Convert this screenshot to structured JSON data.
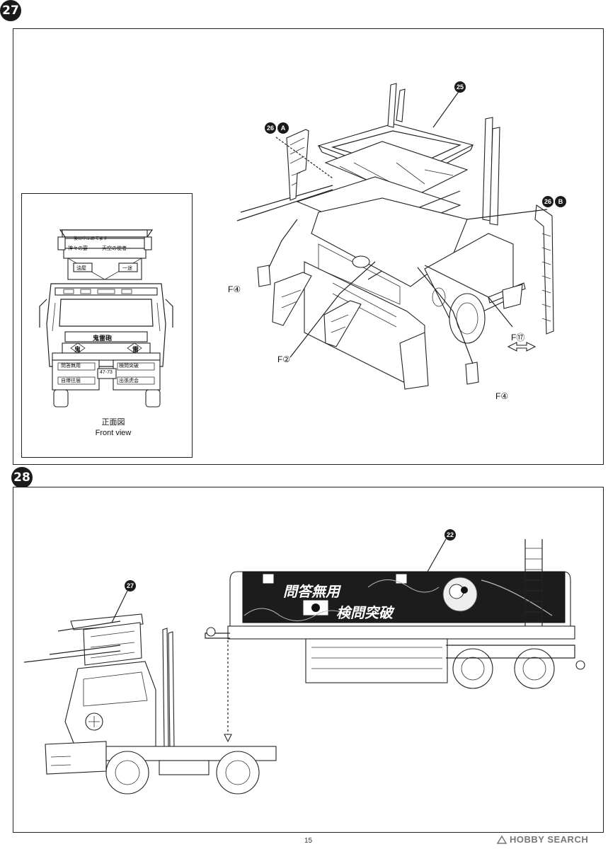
{
  "steps": [
    {
      "number": "27",
      "part_labels": {
        "top_part": "25",
        "left_bracket": "26",
        "left_bracket_letter": "A",
        "right_bracket": "26",
        "right_bracket_letter": "B",
        "f4_left": "F④",
        "f2": "F②",
        "f17": "F⑰",
        "f4_right": "F④"
      },
      "inset": {
        "caption_jp": "正面図",
        "caption_en": "Front view",
        "sign_top": "後の中ふめてます",
        "sign_left_upper": "神々の宴",
        "sign_right_upper": "天空の使者",
        "sign_mid_left": "油屋",
        "sign_mid_right": "一途",
        "bumper_center": "鬼雷砲",
        "bumper_left": "鬼",
        "bumper_right": "雷",
        "plate": "47-73",
        "panel_l1": "問答無用",
        "panel_r1": "検問突破",
        "panel_l2": "自爆往届",
        "panel_r2": "出張虎会"
      }
    },
    {
      "number": "28",
      "part_labels": {
        "tank": "22",
        "cab": "27"
      },
      "tank_art": {
        "line1": "問答無用",
        "line2": "検問突破"
      }
    }
  ],
  "page_number": "15",
  "watermark": "HOBBY SEARCH"
}
